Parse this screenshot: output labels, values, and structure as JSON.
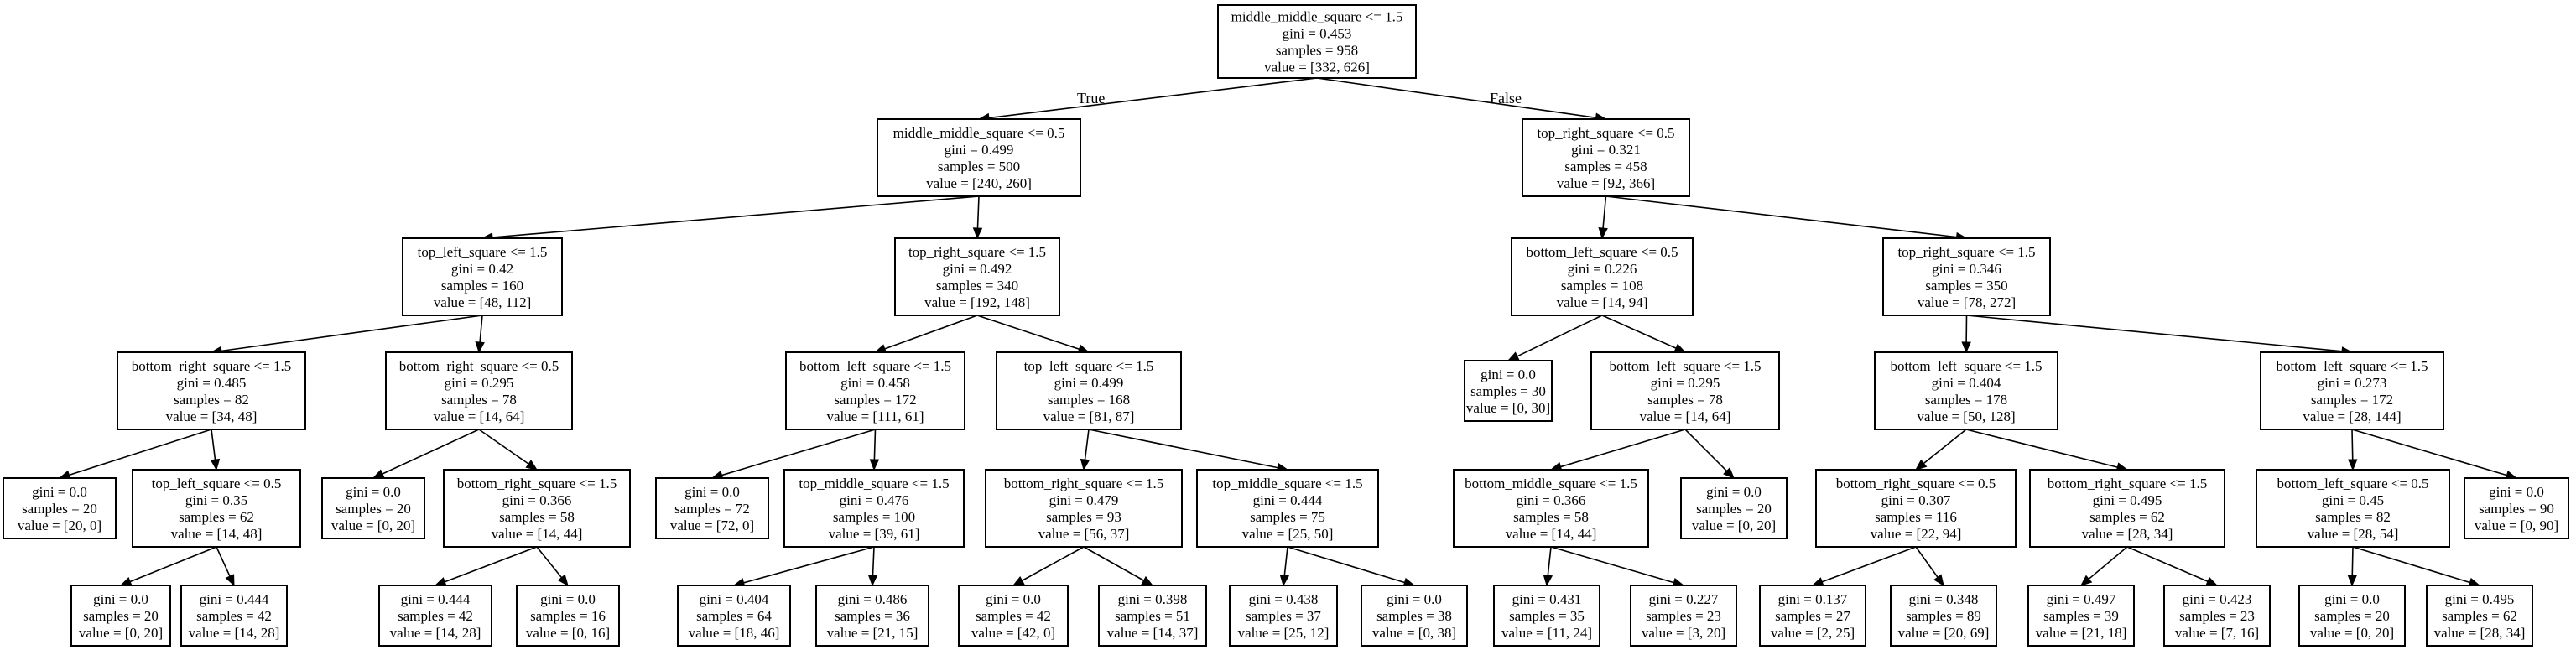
{
  "tree": {
    "nodes": [
      {
        "id": "n0",
        "lines": [
          "middle_middle_square <= 1.5",
          "gini = 0.453",
          "samples = 958",
          "value = [332, 626]"
        ]
      },
      {
        "id": "n1",
        "lines": [
          "middle_middle_square <= 0.5",
          "gini = 0.499",
          "samples = 500",
          "value = [240, 260]"
        ]
      },
      {
        "id": "n2",
        "lines": [
          "top_right_square <= 0.5",
          "gini = 0.321",
          "samples = 458",
          "value = [92, 366]"
        ]
      },
      {
        "id": "n3",
        "lines": [
          "top_left_square <= 1.5",
          "gini = 0.42",
          "samples = 160",
          "value = [48, 112]"
        ]
      },
      {
        "id": "n4",
        "lines": [
          "top_right_square <= 1.5",
          "gini = 0.492",
          "samples = 340",
          "value = [192, 148]"
        ]
      },
      {
        "id": "n5",
        "lines": [
          "bottom_left_square <= 0.5",
          "gini = 0.226",
          "samples = 108",
          "value = [14, 94]"
        ]
      },
      {
        "id": "n6",
        "lines": [
          "top_right_square <= 1.5",
          "gini = 0.346",
          "samples = 350",
          "value = [78, 272]"
        ]
      },
      {
        "id": "n7",
        "lines": [
          "bottom_right_square <= 1.5",
          "gini = 0.485",
          "samples = 82",
          "value = [34, 48]"
        ]
      },
      {
        "id": "n8",
        "lines": [
          "bottom_right_square <= 0.5",
          "gini = 0.295",
          "samples = 78",
          "value = [14, 64]"
        ]
      },
      {
        "id": "n9",
        "lines": [
          "bottom_left_square <= 1.5",
          "gini = 0.458",
          "samples = 172",
          "value = [111, 61]"
        ]
      },
      {
        "id": "n10",
        "lines": [
          "top_left_square <= 1.5",
          "gini = 0.499",
          "samples = 168",
          "value = [81, 87]"
        ]
      },
      {
        "id": "n11",
        "lines": [
          "gini = 0.0",
          "samples = 30",
          "value = [0, 30]"
        ]
      },
      {
        "id": "n12",
        "lines": [
          "bottom_left_square <= 1.5",
          "gini = 0.295",
          "samples = 78",
          "value = [14, 64]"
        ]
      },
      {
        "id": "n13",
        "lines": [
          "bottom_left_square <= 1.5",
          "gini = 0.404",
          "samples = 178",
          "value = [50, 128]"
        ]
      },
      {
        "id": "n14",
        "lines": [
          "bottom_left_square <= 1.5",
          "gini = 0.273",
          "samples = 172",
          "value = [28, 144]"
        ]
      },
      {
        "id": "n15",
        "lines": [
          "gini = 0.0",
          "samples = 20",
          "value = [20, 0]"
        ]
      },
      {
        "id": "n16",
        "lines": [
          "top_left_square <= 0.5",
          "gini = 0.35",
          "samples = 62",
          "value = [14, 48]"
        ]
      },
      {
        "id": "n17",
        "lines": [
          "gini = 0.0",
          "samples = 20",
          "value = [0, 20]"
        ]
      },
      {
        "id": "n18",
        "lines": [
          "bottom_right_square <= 1.5",
          "gini = 0.366",
          "samples = 58",
          "value = [14, 44]"
        ]
      },
      {
        "id": "n19",
        "lines": [
          "gini = 0.0",
          "samples = 72",
          "value = [72, 0]"
        ]
      },
      {
        "id": "n20",
        "lines": [
          "top_middle_square <= 1.5",
          "gini = 0.476",
          "samples = 100",
          "value = [39, 61]"
        ]
      },
      {
        "id": "n21",
        "lines": [
          "bottom_right_square <= 1.5",
          "gini = 0.479",
          "samples = 93",
          "value = [56, 37]"
        ]
      },
      {
        "id": "n22",
        "lines": [
          "top_middle_square <= 1.5",
          "gini = 0.444",
          "samples = 75",
          "value = [25, 50]"
        ]
      },
      {
        "id": "n23",
        "lines": [
          "bottom_middle_square <= 1.5",
          "gini = 0.366",
          "samples = 58",
          "value = [14, 44]"
        ]
      },
      {
        "id": "n24",
        "lines": [
          "gini = 0.0",
          "samples = 20",
          "value = [0, 20]"
        ]
      },
      {
        "id": "n25",
        "lines": [
          "bottom_right_square <= 0.5",
          "gini = 0.307",
          "samples = 116",
          "value = [22, 94]"
        ]
      },
      {
        "id": "n26",
        "lines": [
          "bottom_right_square <= 1.5",
          "gini = 0.495",
          "samples = 62",
          "value = [28, 34]"
        ]
      },
      {
        "id": "n27",
        "lines": [
          "bottom_left_square <= 0.5",
          "gini = 0.45",
          "samples = 82",
          "value = [28, 54]"
        ]
      },
      {
        "id": "n28",
        "lines": [
          "gini = 0.0",
          "samples = 90",
          "value = [0, 90]"
        ]
      },
      {
        "id": "n29",
        "lines": [
          "gini = 0.0",
          "samples = 20",
          "value = [0, 20]"
        ]
      },
      {
        "id": "n30",
        "lines": [
          "gini = 0.444",
          "samples = 42",
          "value = [14, 28]"
        ]
      },
      {
        "id": "n31",
        "lines": [
          "gini = 0.444",
          "samples = 42",
          "value = [14, 28]"
        ]
      },
      {
        "id": "n32",
        "lines": [
          "gini = 0.0",
          "samples = 16",
          "value = [0, 16]"
        ]
      },
      {
        "id": "n33",
        "lines": [
          "gini = 0.404",
          "samples = 64",
          "value = [18, 46]"
        ]
      },
      {
        "id": "n34",
        "lines": [
          "gini = 0.486",
          "samples = 36",
          "value = [21, 15]"
        ]
      },
      {
        "id": "n35",
        "lines": [
          "gini = 0.0",
          "samples = 42",
          "value = [42, 0]"
        ]
      },
      {
        "id": "n36",
        "lines": [
          "gini = 0.398",
          "samples = 51",
          "value = [14, 37]"
        ]
      },
      {
        "id": "n37",
        "lines": [
          "gini = 0.438",
          "samples = 37",
          "value = [25, 12]"
        ]
      },
      {
        "id": "n38",
        "lines": [
          "gini = 0.0",
          "samples = 38",
          "value = [0, 38]"
        ]
      },
      {
        "id": "n39",
        "lines": [
          "gini = 0.431",
          "samples = 35",
          "value = [11, 24]"
        ]
      },
      {
        "id": "n40",
        "lines": [
          "gini = 0.227",
          "samples = 23",
          "value = [3, 20]"
        ]
      },
      {
        "id": "n41",
        "lines": [
          "gini = 0.137",
          "samples = 27",
          "value = [2, 25]"
        ]
      },
      {
        "id": "n42",
        "lines": [
          "gini = 0.348",
          "samples = 89",
          "value = [20, 69]"
        ]
      },
      {
        "id": "n43",
        "lines": [
          "gini = 0.497",
          "samples = 39",
          "value = [21, 18]"
        ]
      },
      {
        "id": "n44",
        "lines": [
          "gini = 0.423",
          "samples = 23",
          "value = [7, 16]"
        ]
      },
      {
        "id": "n45",
        "lines": [
          "gini = 0.0",
          "samples = 20",
          "value = [0, 20]"
        ]
      },
      {
        "id": "n46",
        "lines": [
          "gini = 0.495",
          "samples = 62",
          "value = [28, 34]"
        ]
      }
    ],
    "edges": [
      [
        "n0",
        "n1"
      ],
      [
        "n0",
        "n2"
      ],
      [
        "n1",
        "n3"
      ],
      [
        "n1",
        "n4"
      ],
      [
        "n2",
        "n5"
      ],
      [
        "n2",
        "n6"
      ],
      [
        "n3",
        "n7"
      ],
      [
        "n3",
        "n8"
      ],
      [
        "n4",
        "n9"
      ],
      [
        "n4",
        "n10"
      ],
      [
        "n5",
        "n11"
      ],
      [
        "n5",
        "n12"
      ],
      [
        "n6",
        "n13"
      ],
      [
        "n6",
        "n14"
      ],
      [
        "n7",
        "n15"
      ],
      [
        "n7",
        "n16"
      ],
      [
        "n8",
        "n17"
      ],
      [
        "n8",
        "n18"
      ],
      [
        "n9",
        "n19"
      ],
      [
        "n9",
        "n20"
      ],
      [
        "n10",
        "n21"
      ],
      [
        "n10",
        "n22"
      ],
      [
        "n12",
        "n23"
      ],
      [
        "n12",
        "n24"
      ],
      [
        "n13",
        "n25"
      ],
      [
        "n13",
        "n26"
      ],
      [
        "n14",
        "n27"
      ],
      [
        "n14",
        "n28"
      ],
      [
        "n16",
        "n29"
      ],
      [
        "n16",
        "n30"
      ],
      [
        "n18",
        "n31"
      ],
      [
        "n18",
        "n32"
      ],
      [
        "n20",
        "n33"
      ],
      [
        "n20",
        "n34"
      ],
      [
        "n21",
        "n35"
      ],
      [
        "n21",
        "n36"
      ],
      [
        "n22",
        "n37"
      ],
      [
        "n22",
        "n38"
      ],
      [
        "n23",
        "n39"
      ],
      [
        "n23",
        "n40"
      ],
      [
        "n25",
        "n41"
      ],
      [
        "n25",
        "n42"
      ],
      [
        "n26",
        "n43"
      ],
      [
        "n26",
        "n44"
      ],
      [
        "n27",
        "n45"
      ],
      [
        "n27",
        "n46"
      ]
    ],
    "edge_labels": {
      "true_label": "True",
      "false_label": "False"
    }
  }
}
